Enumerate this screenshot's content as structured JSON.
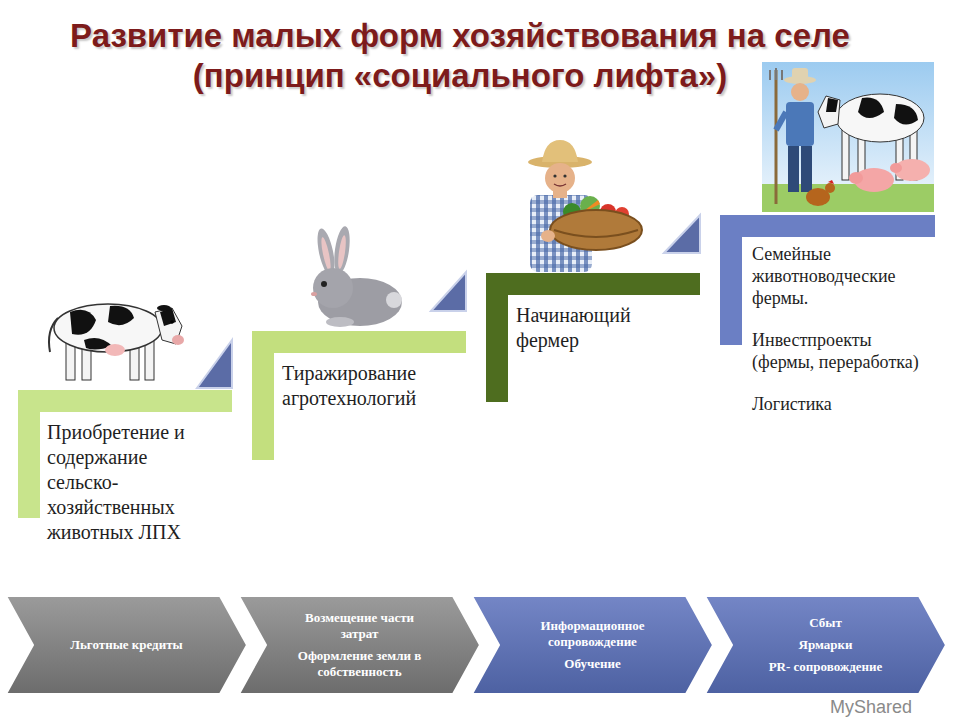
{
  "diagram": {
    "title": "Развитие малых форм хозяйствования на селе (принцип «социального лифта»)",
    "nodes": [
      {
        "text": [
          "Приобретение и содержание сельско- хозяйственных животных ЛПХ"
        ]
      },
      {
        "text": [
          "Тиражирование агротехнологий"
        ]
      },
      {
        "text": [
          "Начинающий фермер"
        ]
      },
      {
        "text": [
          "Семейные животноводческие фермы.",
          "Инвестпроекты (фермы, переработка)",
          "Логистика"
        ]
      },
      {
        "text": [
          "Льготные кредиты"
        ]
      },
      {
        "text": [
          "Возмещение части затрат",
          "Оформление земли в собственность"
        ]
      },
      {
        "text": [
          "Информационное сопровождение",
          "Обучение"
        ]
      },
      {
        "text": [
          "Сбыт",
          "Ярмарки",
          "PR- сопровождение"
        ]
      }
    ],
    "labels": [
      "MyShared"
    ]
  }
}
